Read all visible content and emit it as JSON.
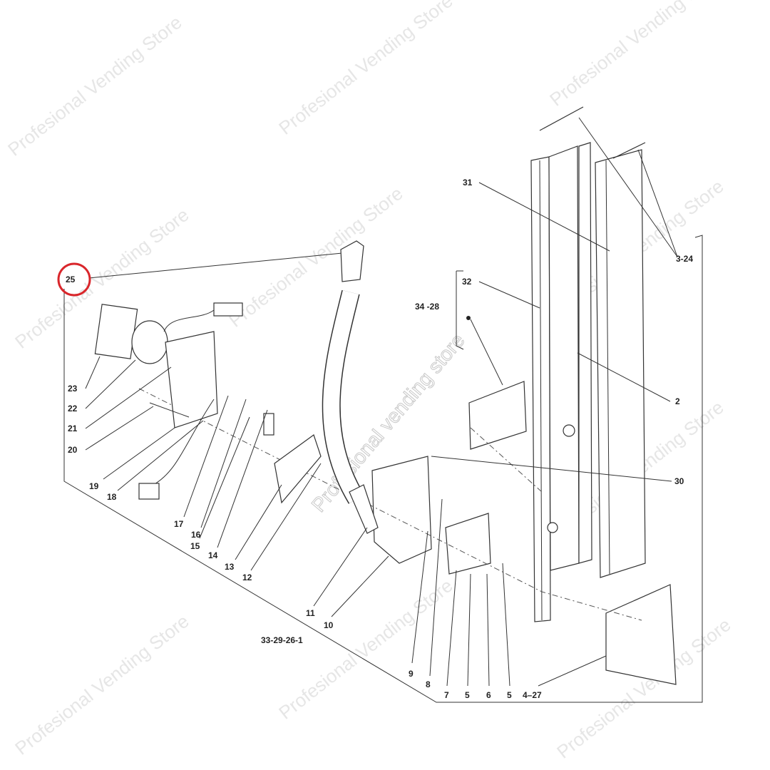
{
  "watermark": "Profesional Vending Store",
  "center_watermark": "Profesional vending store",
  "highlight_color": "#d9262b",
  "highlighted_part": "25",
  "labels": {
    "p25": "25",
    "p23": "23",
    "p22": "22",
    "p21": "21",
    "p20": "20",
    "p19": "19",
    "p18": "18",
    "p17": "17",
    "p16": "16",
    "p15": "15",
    "p14": "14",
    "p13": "13",
    "p12": "12",
    "p11": "11",
    "p10": "10",
    "p33": "33-29-26-1",
    "p9": "9",
    "p8": "8",
    "p7": "7",
    "p5a": "5",
    "p6": "6",
    "p5b": "5",
    "p4": "4–27",
    "p2": "2",
    "p30": "30",
    "p3": "3-24",
    "p31": "31",
    "p32": "32",
    "p34": "34 -28"
  }
}
